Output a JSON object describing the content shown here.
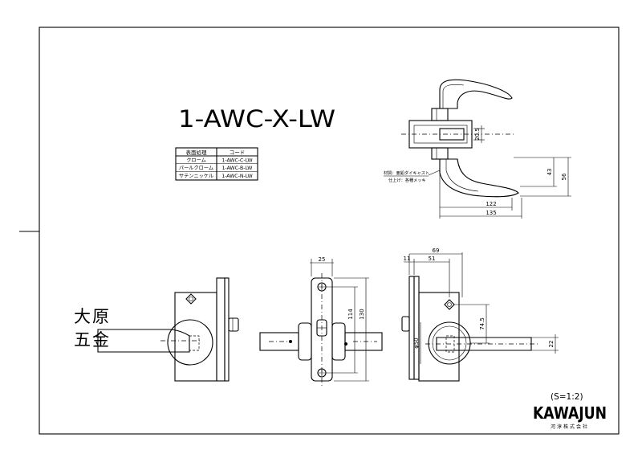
{
  "title": "1-AWC-X-LW",
  "finish_table": {
    "headers": [
      "表面処理",
      "コード"
    ],
    "rows": [
      [
        "クローム",
        "1-AWC-C-LW"
      ],
      [
        "パールクローム",
        "1-AWC-B-LW"
      ],
      [
        "サテンニッケル",
        "1-AWC-N-LW"
      ]
    ]
  },
  "material_note": {
    "line1": "材質：亜鉛ダイキャスト",
    "line2": "仕上げ：各種メッキ"
  },
  "dimensions": {
    "spindle_height": "20.5",
    "lever_height_inner": "43",
    "lever_height_outer": "56",
    "lever_length_inner": "122",
    "lever_length_outer": "135",
    "plate_width": "25",
    "plate_hole_pitch": "114",
    "plate_height": "130",
    "body_offset_a": "11",
    "body_offset_b": "51",
    "body_offset_c": "69",
    "rose_diameter": "φ50",
    "backset": "74.5",
    "lever_width": "22"
  },
  "scale": "(S=1:2)",
  "brand": {
    "name": "KAWAJUN",
    "company": "河淳株式会社"
  },
  "side_label": {
    "line1": "大原",
    "line2": "五金"
  }
}
